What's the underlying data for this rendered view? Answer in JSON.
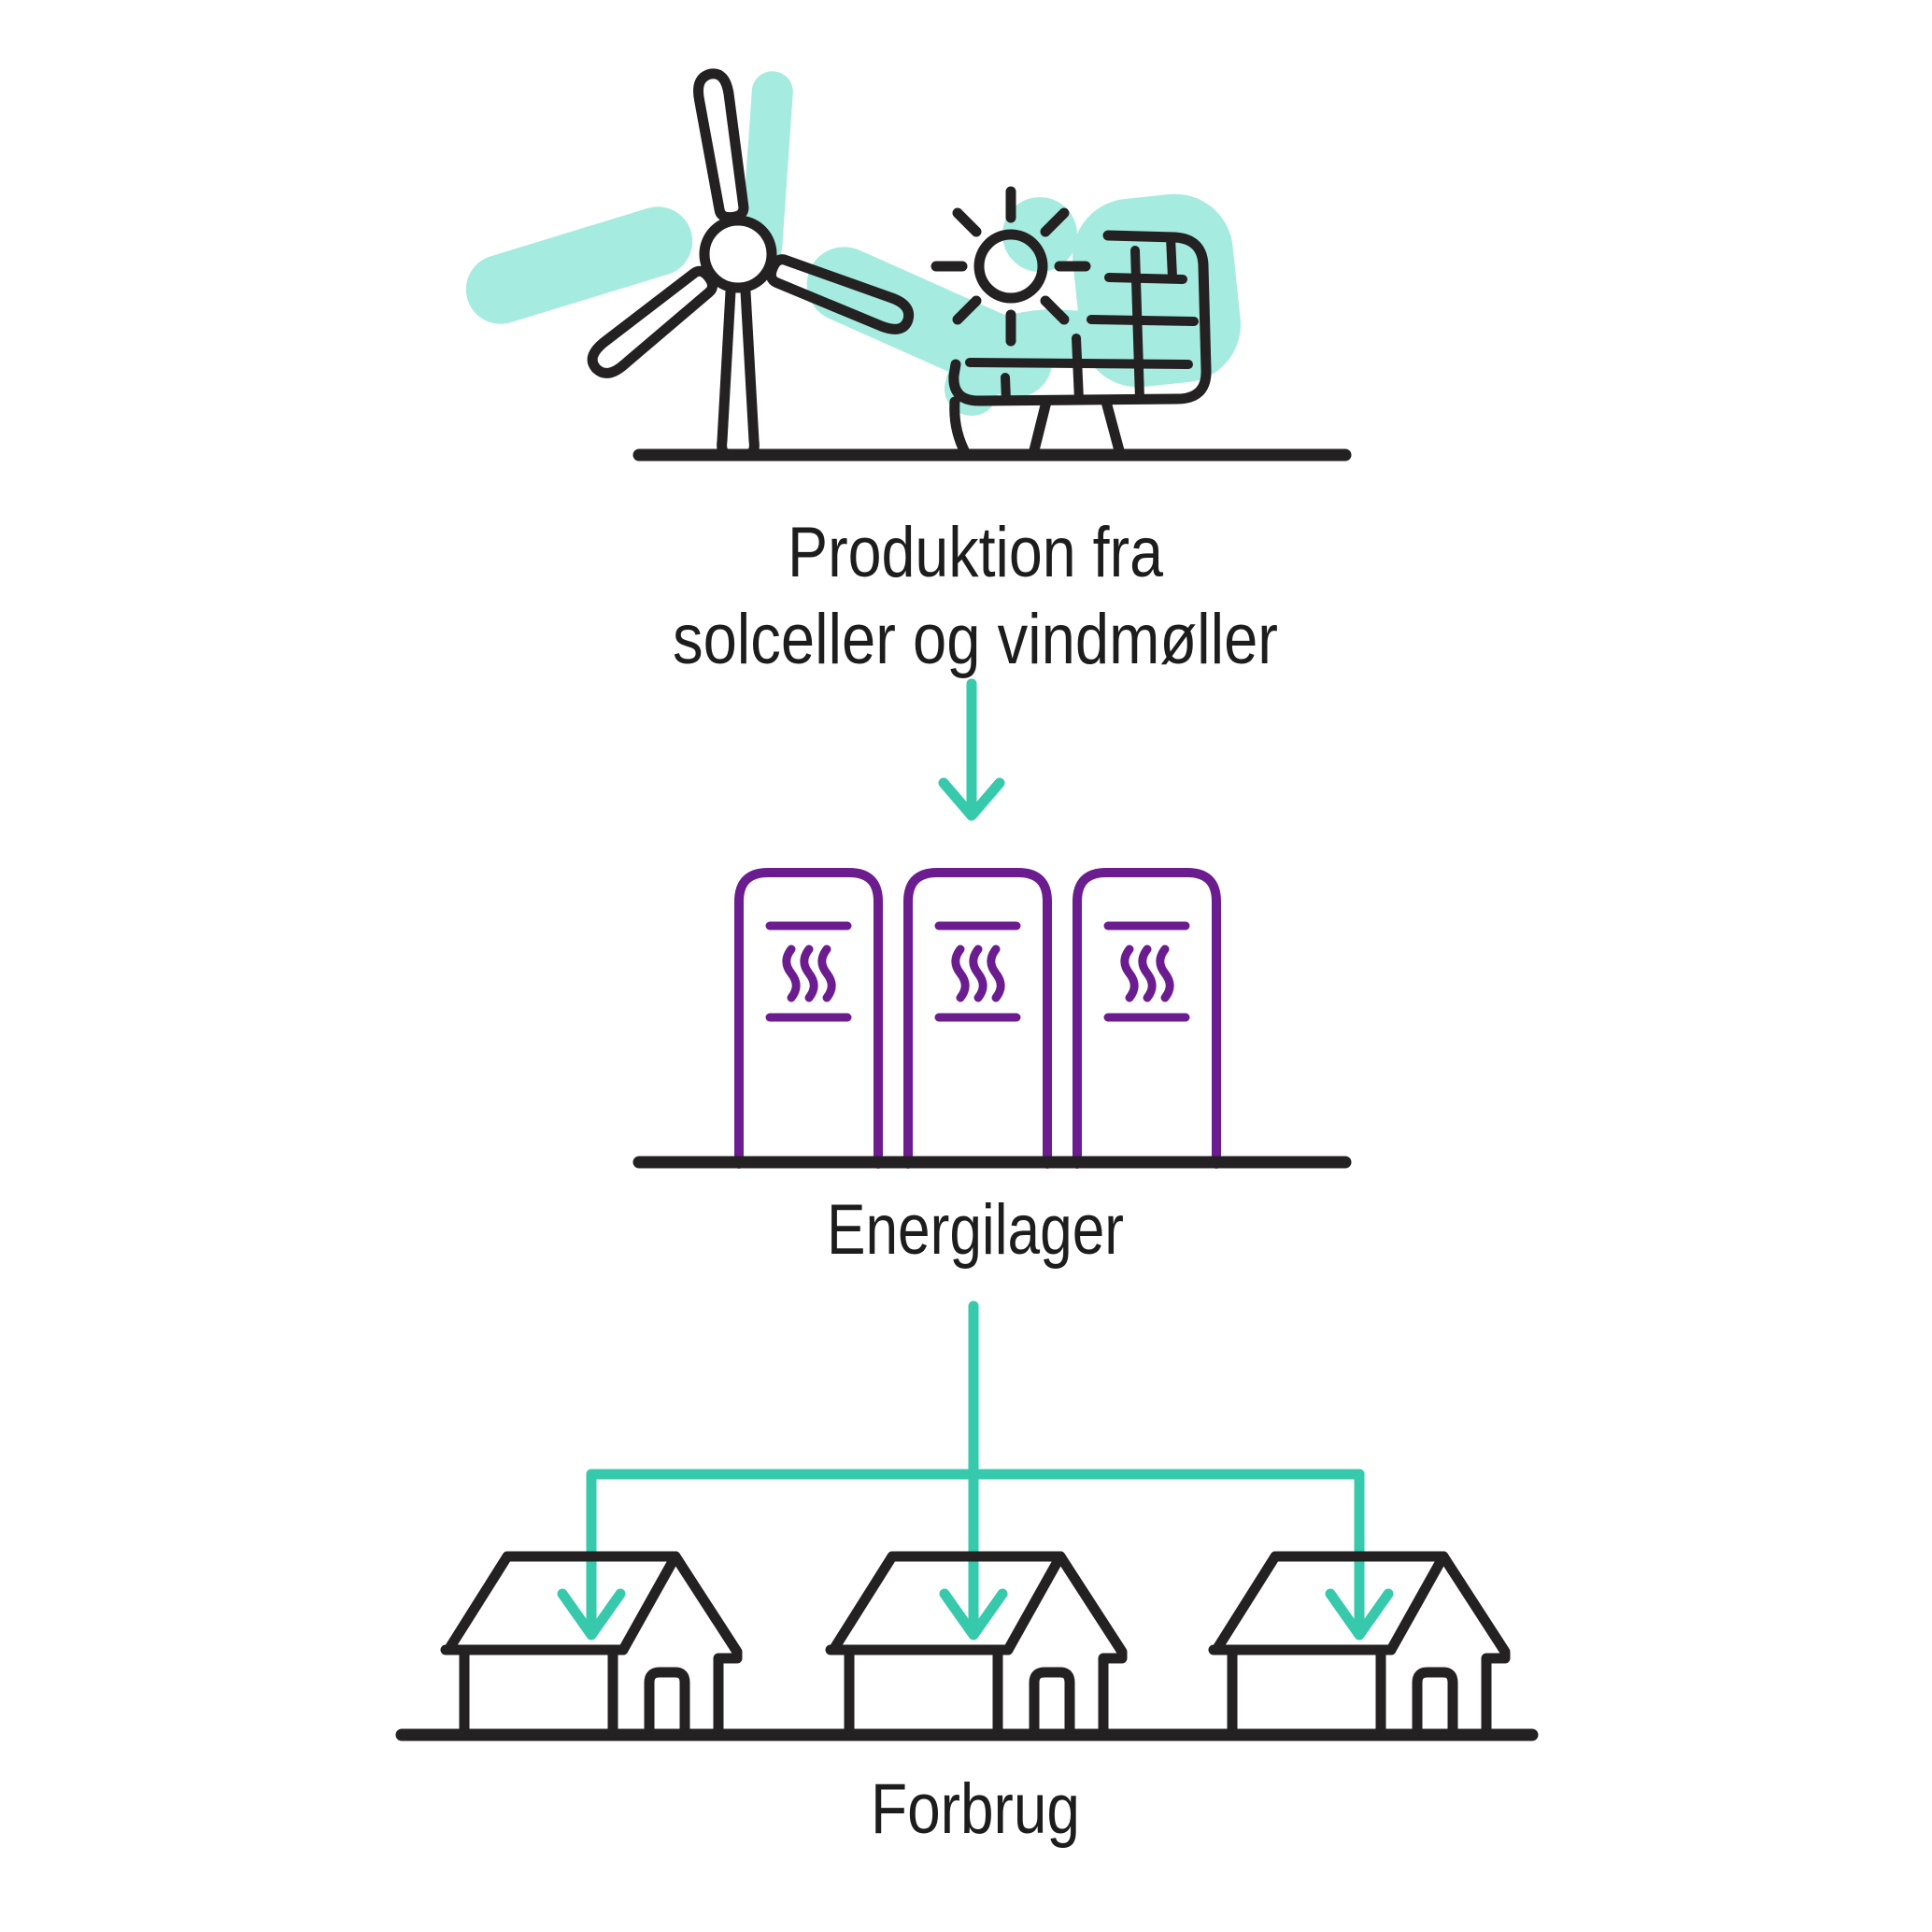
{
  "diagram": {
    "title_hint": "energy flow diagram",
    "production": {
      "label_line1": "Produktion fra",
      "label_line2": "solceller og vindmøller",
      "icons": [
        "wind-turbine-icon",
        "sun-icon",
        "solar-panel-icon"
      ]
    },
    "storage": {
      "label": "Energilager",
      "unit_count": 3,
      "unit_symbol": "heat-waves"
    },
    "consumption": {
      "label": "Forbrug",
      "house_count": 3
    },
    "arrows": {
      "production_to_storage": 1,
      "storage_to_houses": 3,
      "direction": "down"
    }
  },
  "colors": {
    "ink": "#242122",
    "text": "#1d1d1d",
    "teal": "#36c9ab",
    "mint": "#a5ebdf",
    "purple": "#6b1d8f",
    "background": "#ffffff"
  }
}
